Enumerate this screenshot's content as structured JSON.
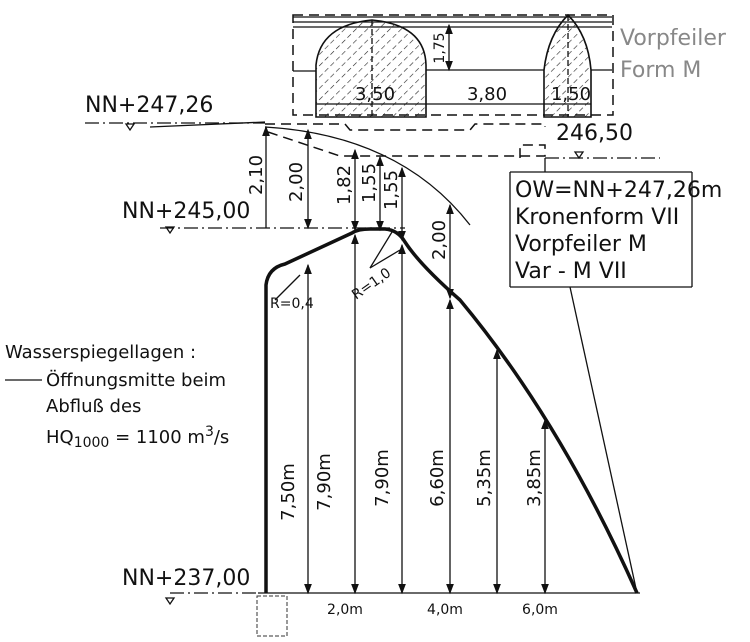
{
  "pier_detail": {
    "title_line1": "Vorpfeiler",
    "title_line2": "Form M",
    "dim_height": "1,75",
    "dim_pier_width": "3,50",
    "dim_gap": "3,80",
    "dim_nose": "1,50"
  },
  "levels": {
    "upstream": "NN+247,26",
    "crest": "NN+245,00",
    "bottom": "NN+237,00",
    "tailwater": "246,50"
  },
  "upper_dims": [
    "2,10",
    "2,00",
    "1,82",
    "1,55",
    "1,55",
    "2,00"
  ],
  "radii": {
    "small": "R=0,4",
    "large": "R=1,0"
  },
  "lower_dims": [
    "7,50m",
    "7,90m",
    "7,90m",
    "6,60m",
    "5,35m",
    "3,85m"
  ],
  "x_axis": [
    "2,0m",
    "4,0m",
    "6,0m"
  ],
  "info_box": [
    "OW=NN+247,26m",
    "Kronenform VII",
    "Vorpfeiler M",
    "Var - M VII"
  ],
  "legend": {
    "title": "Wasserspiegellagen :",
    "line1": "Öffnungsmitte beim",
    "line2": "Abfluß des",
    "line3_prefix": "HQ",
    "line3_sub": "1000",
    "line3_rest": " = 1100 m",
    "line3_sup": "3",
    "line3_end": "/s"
  }
}
